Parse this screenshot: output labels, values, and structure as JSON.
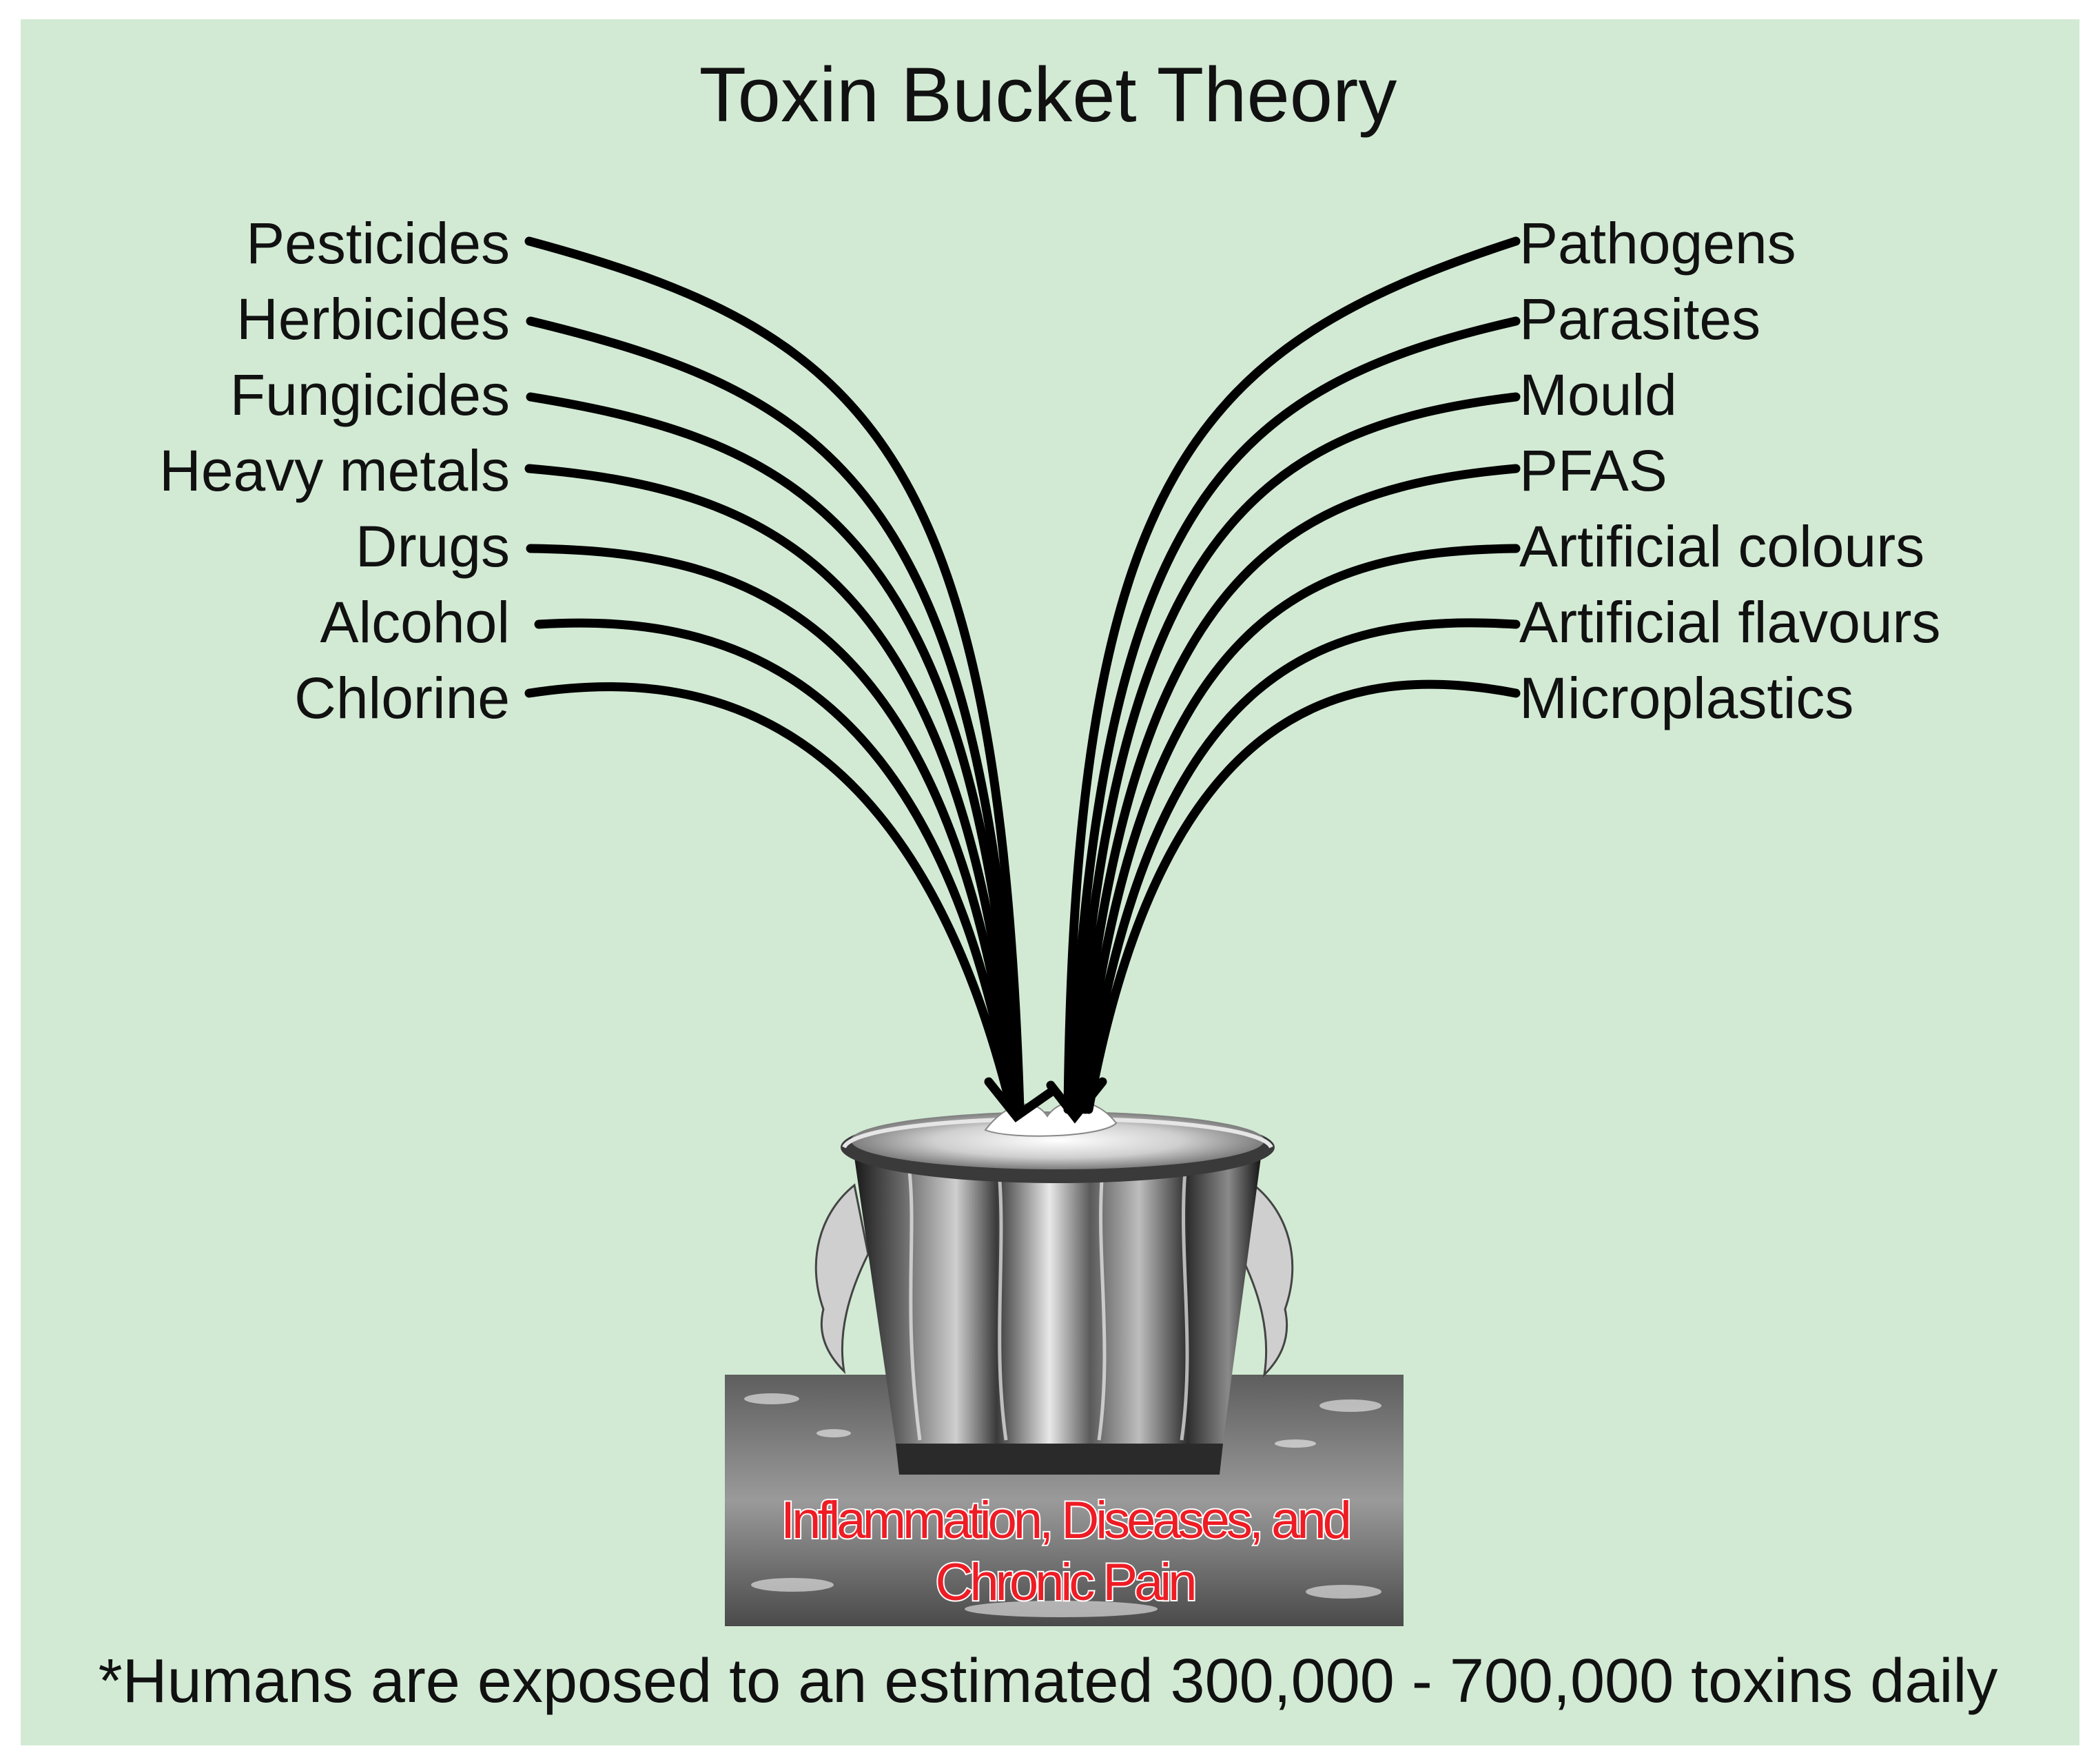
{
  "title": "Toxin Bucket Theory",
  "left_toxins": [
    "Pesticides",
    "Herbicides",
    "Fungicides",
    "Heavy metals",
    "Drugs",
    "Alcohol",
    "Chlorine"
  ],
  "right_toxins": [
    "Pathogens",
    "Parasites",
    "Mould",
    "PFAS",
    "Artificial colours",
    "Artificial flavours",
    "Microplastics"
  ],
  "bucket": {
    "line1": "Inflammation, Diseases, and",
    "line2": "Chronic Pain"
  },
  "footnote": "*Humans are exposed to an estimated 300,000 - 700,000 toxins daily",
  "colors": {
    "background": "#d2ead4",
    "arrows": "#000000",
    "bucket_text": "#ee1c24"
  },
  "icons": {
    "bucket": "overflowing-metal-bucket-illustration"
  }
}
